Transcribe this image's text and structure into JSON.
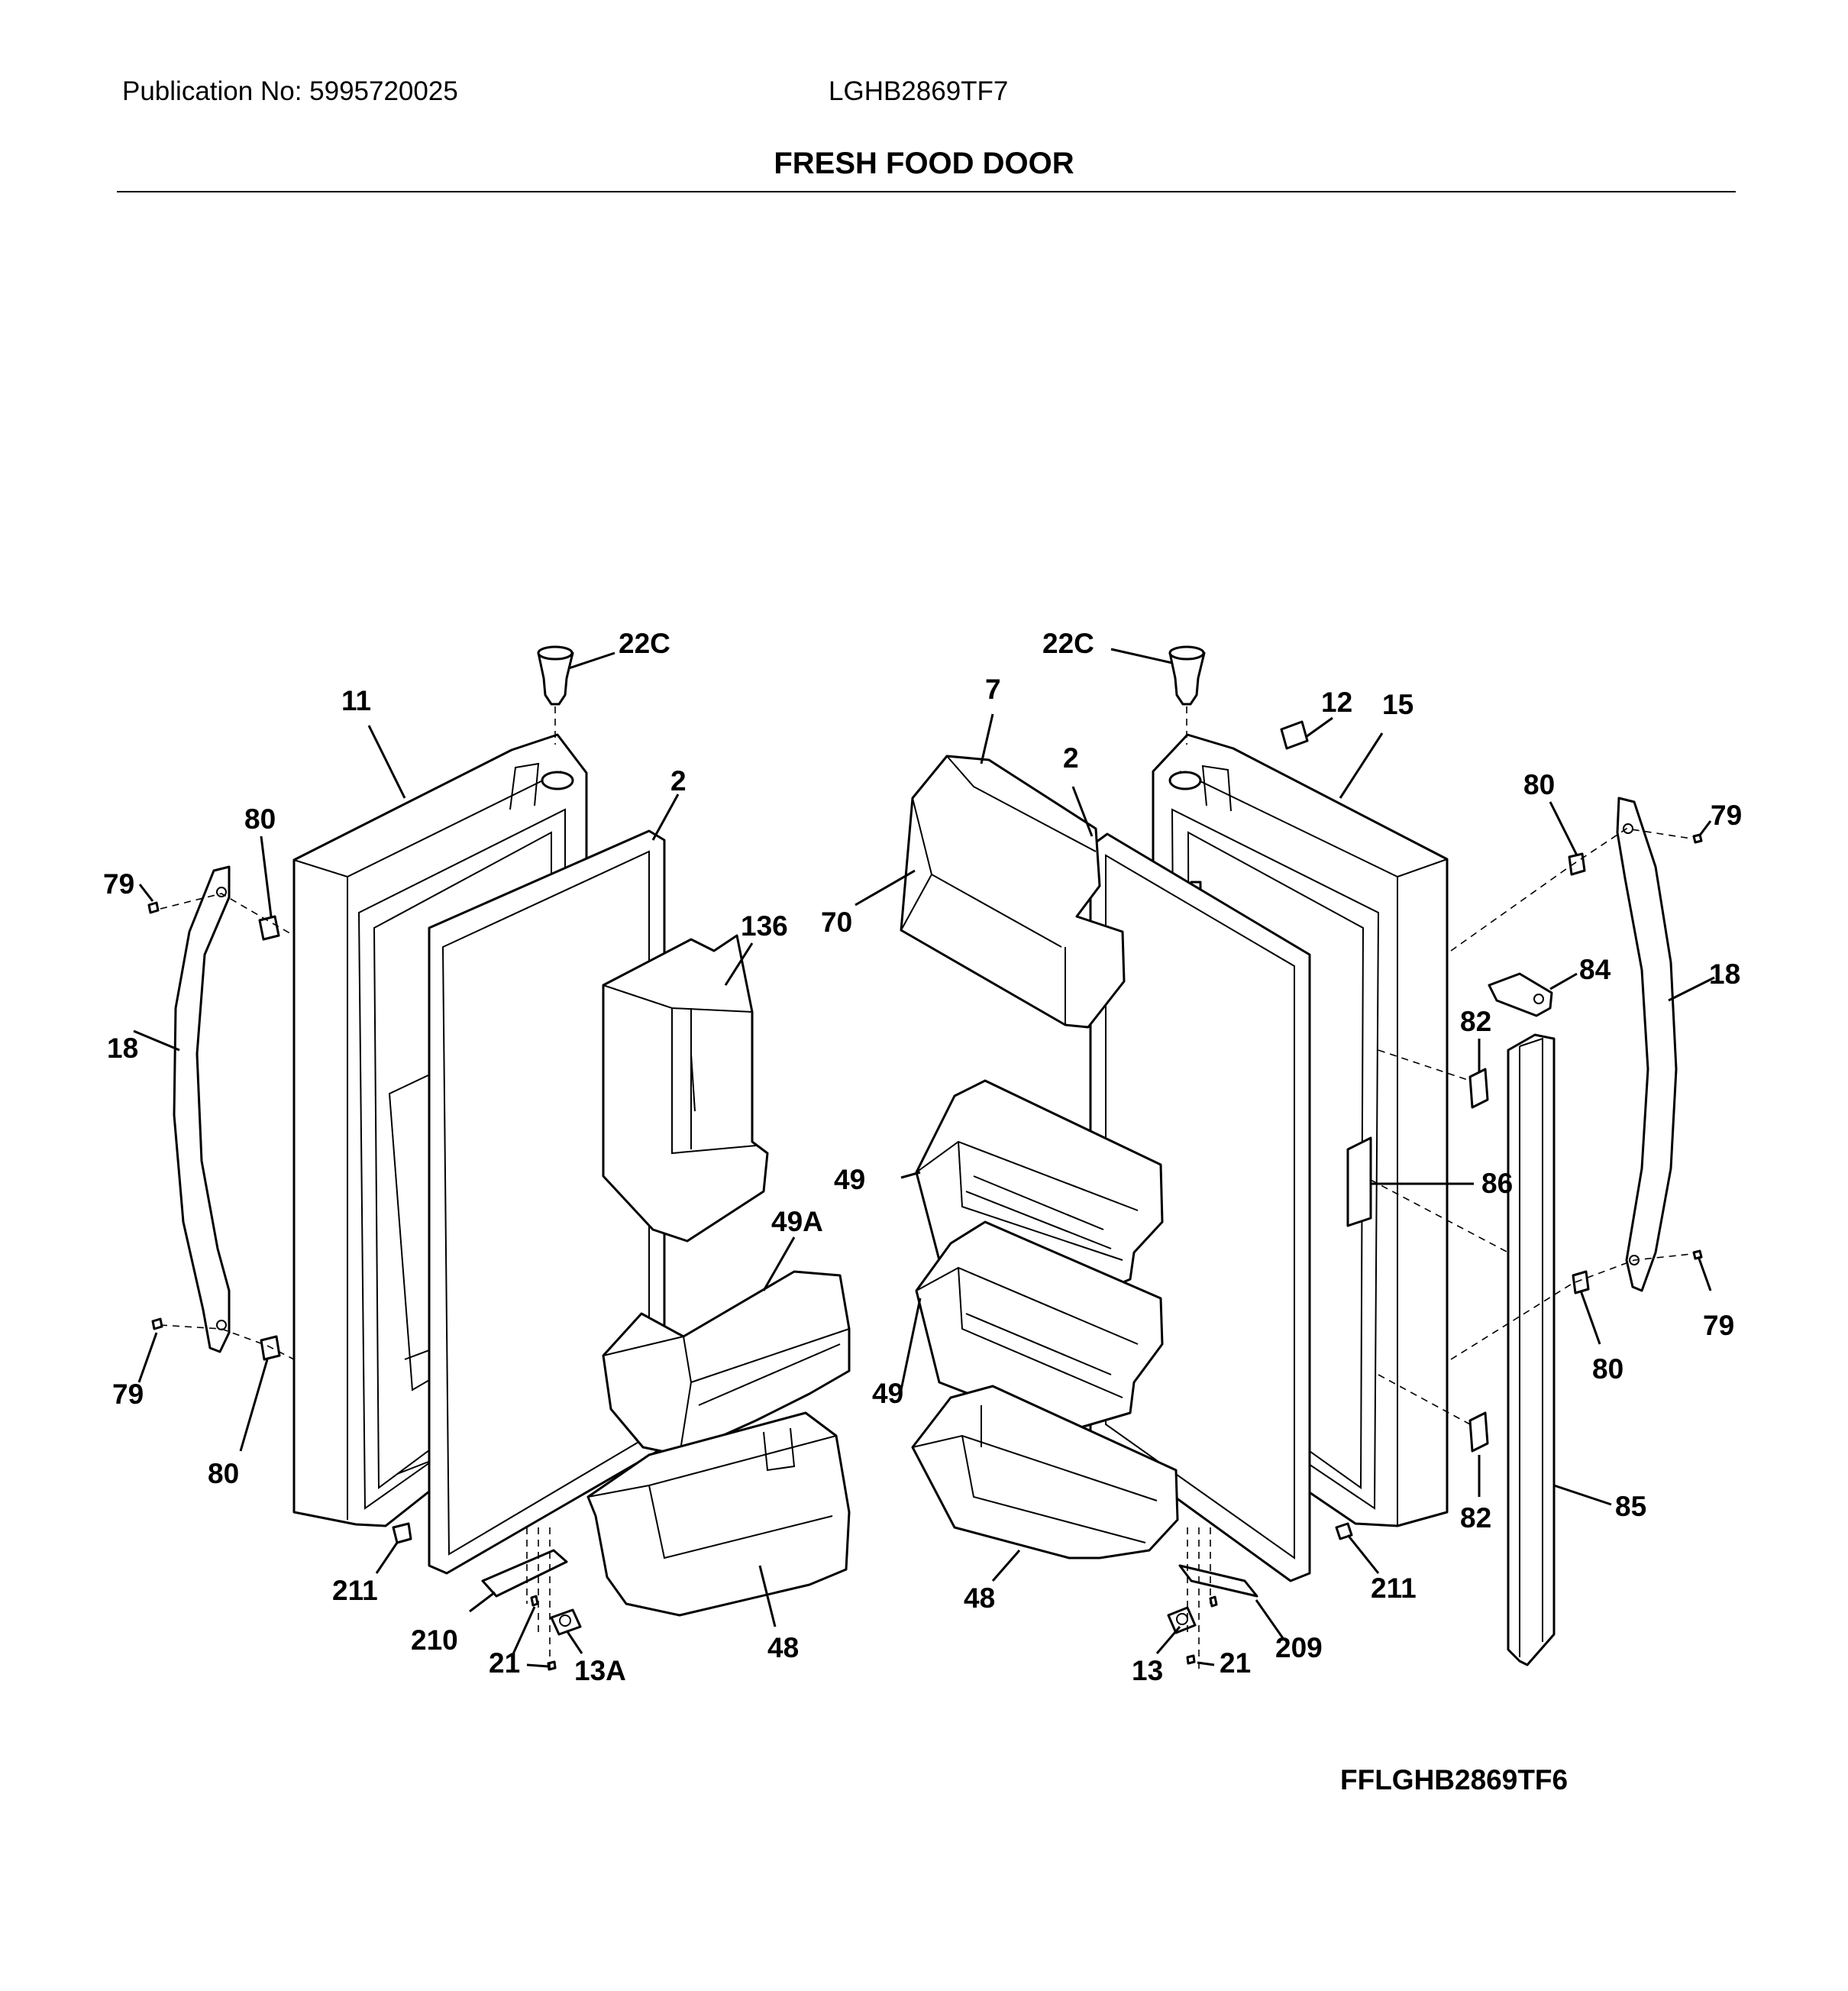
{
  "header": {
    "publication": "Publication No: 5995720025",
    "model": "LGHB2869TF7",
    "title": "FRESH FOOD DOOR"
  },
  "figure_code": "FFLGHB2869TF6",
  "callouts": {
    "left_cap": "22C",
    "left_door": "11",
    "left_gasket": "2",
    "left_bin_136": "136",
    "left_bin_49a": "49A",
    "left_bin_48": "48",
    "left_handle": "18",
    "left_stud_top": "80",
    "left_screw_top": "79",
    "left_screw_bottom": "79",
    "left_stud_bottom": "80",
    "left_stop": "211",
    "left_hinge": "210",
    "left_screw_hinge": "21",
    "left_bushing": "13A",
    "right_cap": "22C",
    "right_bin_7": "7",
    "right_gasket": "2",
    "right_bin_70": "70",
    "right_label": "12",
    "right_door": "15",
    "right_bin_49_top": "49",
    "right_bin_49_bottom": "49",
    "right_bin_48": "48",
    "right_stop": "211",
    "right_hinge": "209",
    "right_bushing": "13",
    "right_screw_hinge": "21",
    "right_stud_top": "80",
    "right_screw_top": "79",
    "right_handle": "18",
    "right_bracket": "84",
    "right_clip_top": "82",
    "right_switch": "86",
    "right_stud_bottom": "80",
    "right_screw_bottom": "79",
    "right_clip_bottom": "82",
    "right_flipper": "85"
  }
}
